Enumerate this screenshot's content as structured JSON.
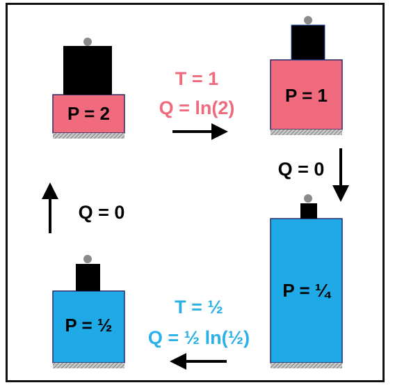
{
  "colors": {
    "pink": "#f06b7d",
    "pink_text": "#ee6a7d",
    "blue": "#1fa9e6",
    "blue_text": "#2ab0e6",
    "piston": "#000000",
    "knob": "#8a8a8a",
    "base_hatch": "#7a7a7a"
  },
  "states": {
    "top_left": {
      "pressure_label": "P = 2"
    },
    "top_right": {
      "pressure_label": "P = 1"
    },
    "bottom_right": {
      "pressure_label": "P = ¼"
    },
    "bottom_left": {
      "pressure_label": "P = ½"
    }
  },
  "transitions": {
    "top": {
      "temperature": "T = 1",
      "heat": "Q = ln(2)",
      "direction": "right"
    },
    "right": {
      "heat": "Q = 0",
      "direction": "down"
    },
    "bottom": {
      "temperature": "T = ½",
      "heat": "Q = ½ ln(½)",
      "direction": "left"
    },
    "left": {
      "heat": "Q = 0",
      "direction": "up"
    }
  }
}
